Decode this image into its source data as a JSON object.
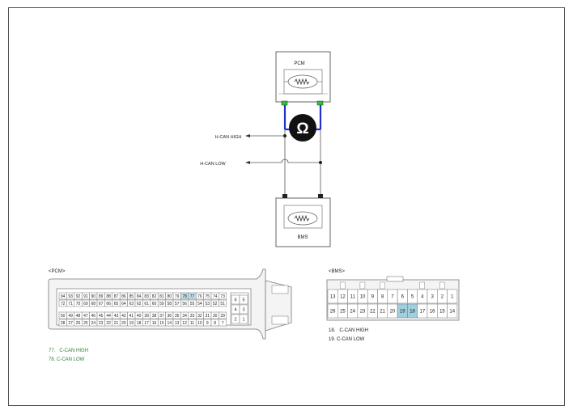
{
  "modules": {
    "pcm_label": "PCM",
    "bms_label": "BMS"
  },
  "signals": {
    "h_can_high": "H-CAN HIGH",
    "h_can_low": "H-CAN LOW"
  },
  "meter_symbol": "Ω",
  "pcm_connector": {
    "title": "<PCM>",
    "row1": [
      "94",
      "93",
      "92",
      "91",
      "90",
      "89",
      "88",
      "87",
      "86",
      "85",
      "84",
      "83",
      "82",
      "81",
      "80",
      "79",
      "78",
      "77",
      "76",
      "75",
      "74",
      "73"
    ],
    "row2": [
      "72",
      "71",
      "70",
      "69",
      "68",
      "67",
      "66",
      "65",
      "64",
      "63",
      "62",
      "61",
      "60",
      "59",
      "58",
      "57",
      "56",
      "55",
      "54",
      "53",
      "52",
      "51"
    ],
    "row3": [
      "50",
      "49",
      "48",
      "47",
      "46",
      "45",
      "44",
      "43",
      "42",
      "41",
      "40",
      "39",
      "38",
      "37",
      "36",
      "35",
      "34",
      "33",
      "32",
      "31",
      "30",
      "29"
    ],
    "row4": [
      "28",
      "27",
      "26",
      "25",
      "24",
      "23",
      "22",
      "21",
      "20",
      "19",
      "18",
      "17",
      "16",
      "15",
      "14",
      "13",
      "12",
      "11",
      "10",
      "9",
      "8",
      "7"
    ],
    "side_pins": [
      "6",
      "5",
      "4",
      "3",
      "2",
      "1"
    ],
    "highlighted": [
      "77",
      "78"
    ],
    "pins_legend": [
      {
        "pin": "77.",
        "name": "C-CAN HIGH"
      },
      {
        "pin": "78.",
        "name": "C-CAN LOW"
      }
    ],
    "highlight_color": "#bfe0ea"
  },
  "bms_connector": {
    "title": "<BMS>",
    "top_row": [
      "13",
      "12",
      "11",
      "10",
      "9",
      "8",
      "7",
      "6",
      "5",
      "4",
      "3",
      "2",
      "1"
    ],
    "bottom_row": [
      "26",
      "25",
      "24",
      "23",
      "22",
      "21",
      "20",
      "19",
      "18",
      "17",
      "16",
      "15",
      "14"
    ],
    "highlighted": [
      "18",
      "19"
    ],
    "pins_legend": [
      {
        "pin": "18.",
        "name": "C-CAN HIGH"
      },
      {
        "pin": "19.",
        "name": "C-CAN LOW"
      }
    ],
    "highlight_color": "#9fd0de"
  },
  "colors": {
    "wire_blue": "#1f33c9",
    "terminal_green": "#2fbf3a"
  }
}
